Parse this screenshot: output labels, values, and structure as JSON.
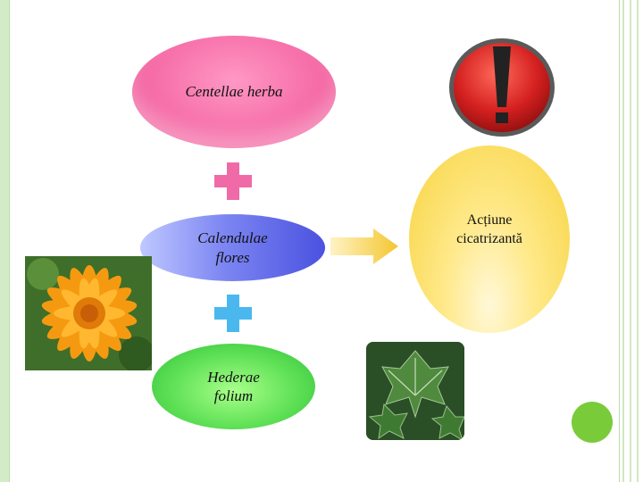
{
  "nodes": {
    "centella": "Centellae herba",
    "calendula_line1": "Calendulae",
    "calendula_line2": "flores",
    "hedera_line1": "Hederae",
    "hedera_line2": "folium",
    "action_line1": "Acțiune",
    "action_line2": "cicatrizantă"
  },
  "colors": {
    "centella": "#f56aa6",
    "calendula": "#5a62e6",
    "hedera": "#4fd64a",
    "action": "#f7d340",
    "plus_pink": "#f06aa8",
    "plus_blue": "#4ab8ee",
    "arrow": "#f4c630",
    "warning": "#d42020",
    "accent_dot": "#7acb3a"
  },
  "icons": {
    "plus_top": "plus-icon",
    "plus_bottom": "plus-icon",
    "arrow": "arrow-right-icon",
    "warning": "exclamation-icon",
    "calendula_photo": "calendula-flower-photo",
    "ivy_photo": "ivy-leaves-photo"
  }
}
